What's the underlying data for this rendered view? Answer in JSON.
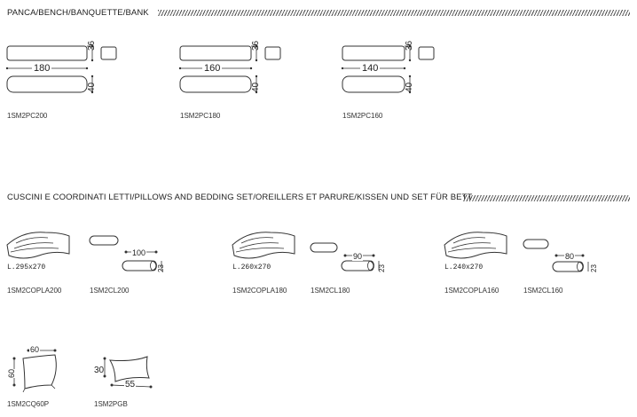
{
  "sections": {
    "bench_title": "PANCA/BENCH/BANQUETTE/BANK",
    "pillows_title": "CUSCINI E COORDINATI LETTI/PILLOWS AND BEDDING SET/OREILLERS ET PARURE/KISSEN UND SET FÜR BETT"
  },
  "benches": [
    {
      "code": "1SM2PC200",
      "width": "180",
      "height_top": "36",
      "height_bottom": "40"
    },
    {
      "code": "1SM2PC180",
      "width": "160",
      "height_top": "36",
      "height_bottom": "40"
    },
    {
      "code": "1SM2PC160",
      "width": "140",
      "height_top": "36",
      "height_bottom": "40"
    }
  ],
  "bedding": [
    {
      "quilt_size": "L.295x270",
      "quilt_code": "1SM2COPLA200",
      "bolster_length": "100",
      "bolster_diam": "23",
      "bolster_code": "1SM2CL200"
    },
    {
      "quilt_size": "L.260x270",
      "quilt_code": "1SM2COPLA180",
      "bolster_length": "90",
      "bolster_diam": "23",
      "bolster_code": "1SM2CL180"
    },
    {
      "quilt_size": "L.240x270",
      "quilt_code": "1SM2COPLA160",
      "bolster_length": "80",
      "bolster_diam": "23",
      "bolster_code": "1SM2CL160"
    }
  ],
  "pillows": [
    {
      "code": "1SM2CQ60P",
      "width": "60",
      "height": "60"
    },
    {
      "code": "1SM2PGB",
      "width": "55",
      "height": "30"
    }
  ]
}
